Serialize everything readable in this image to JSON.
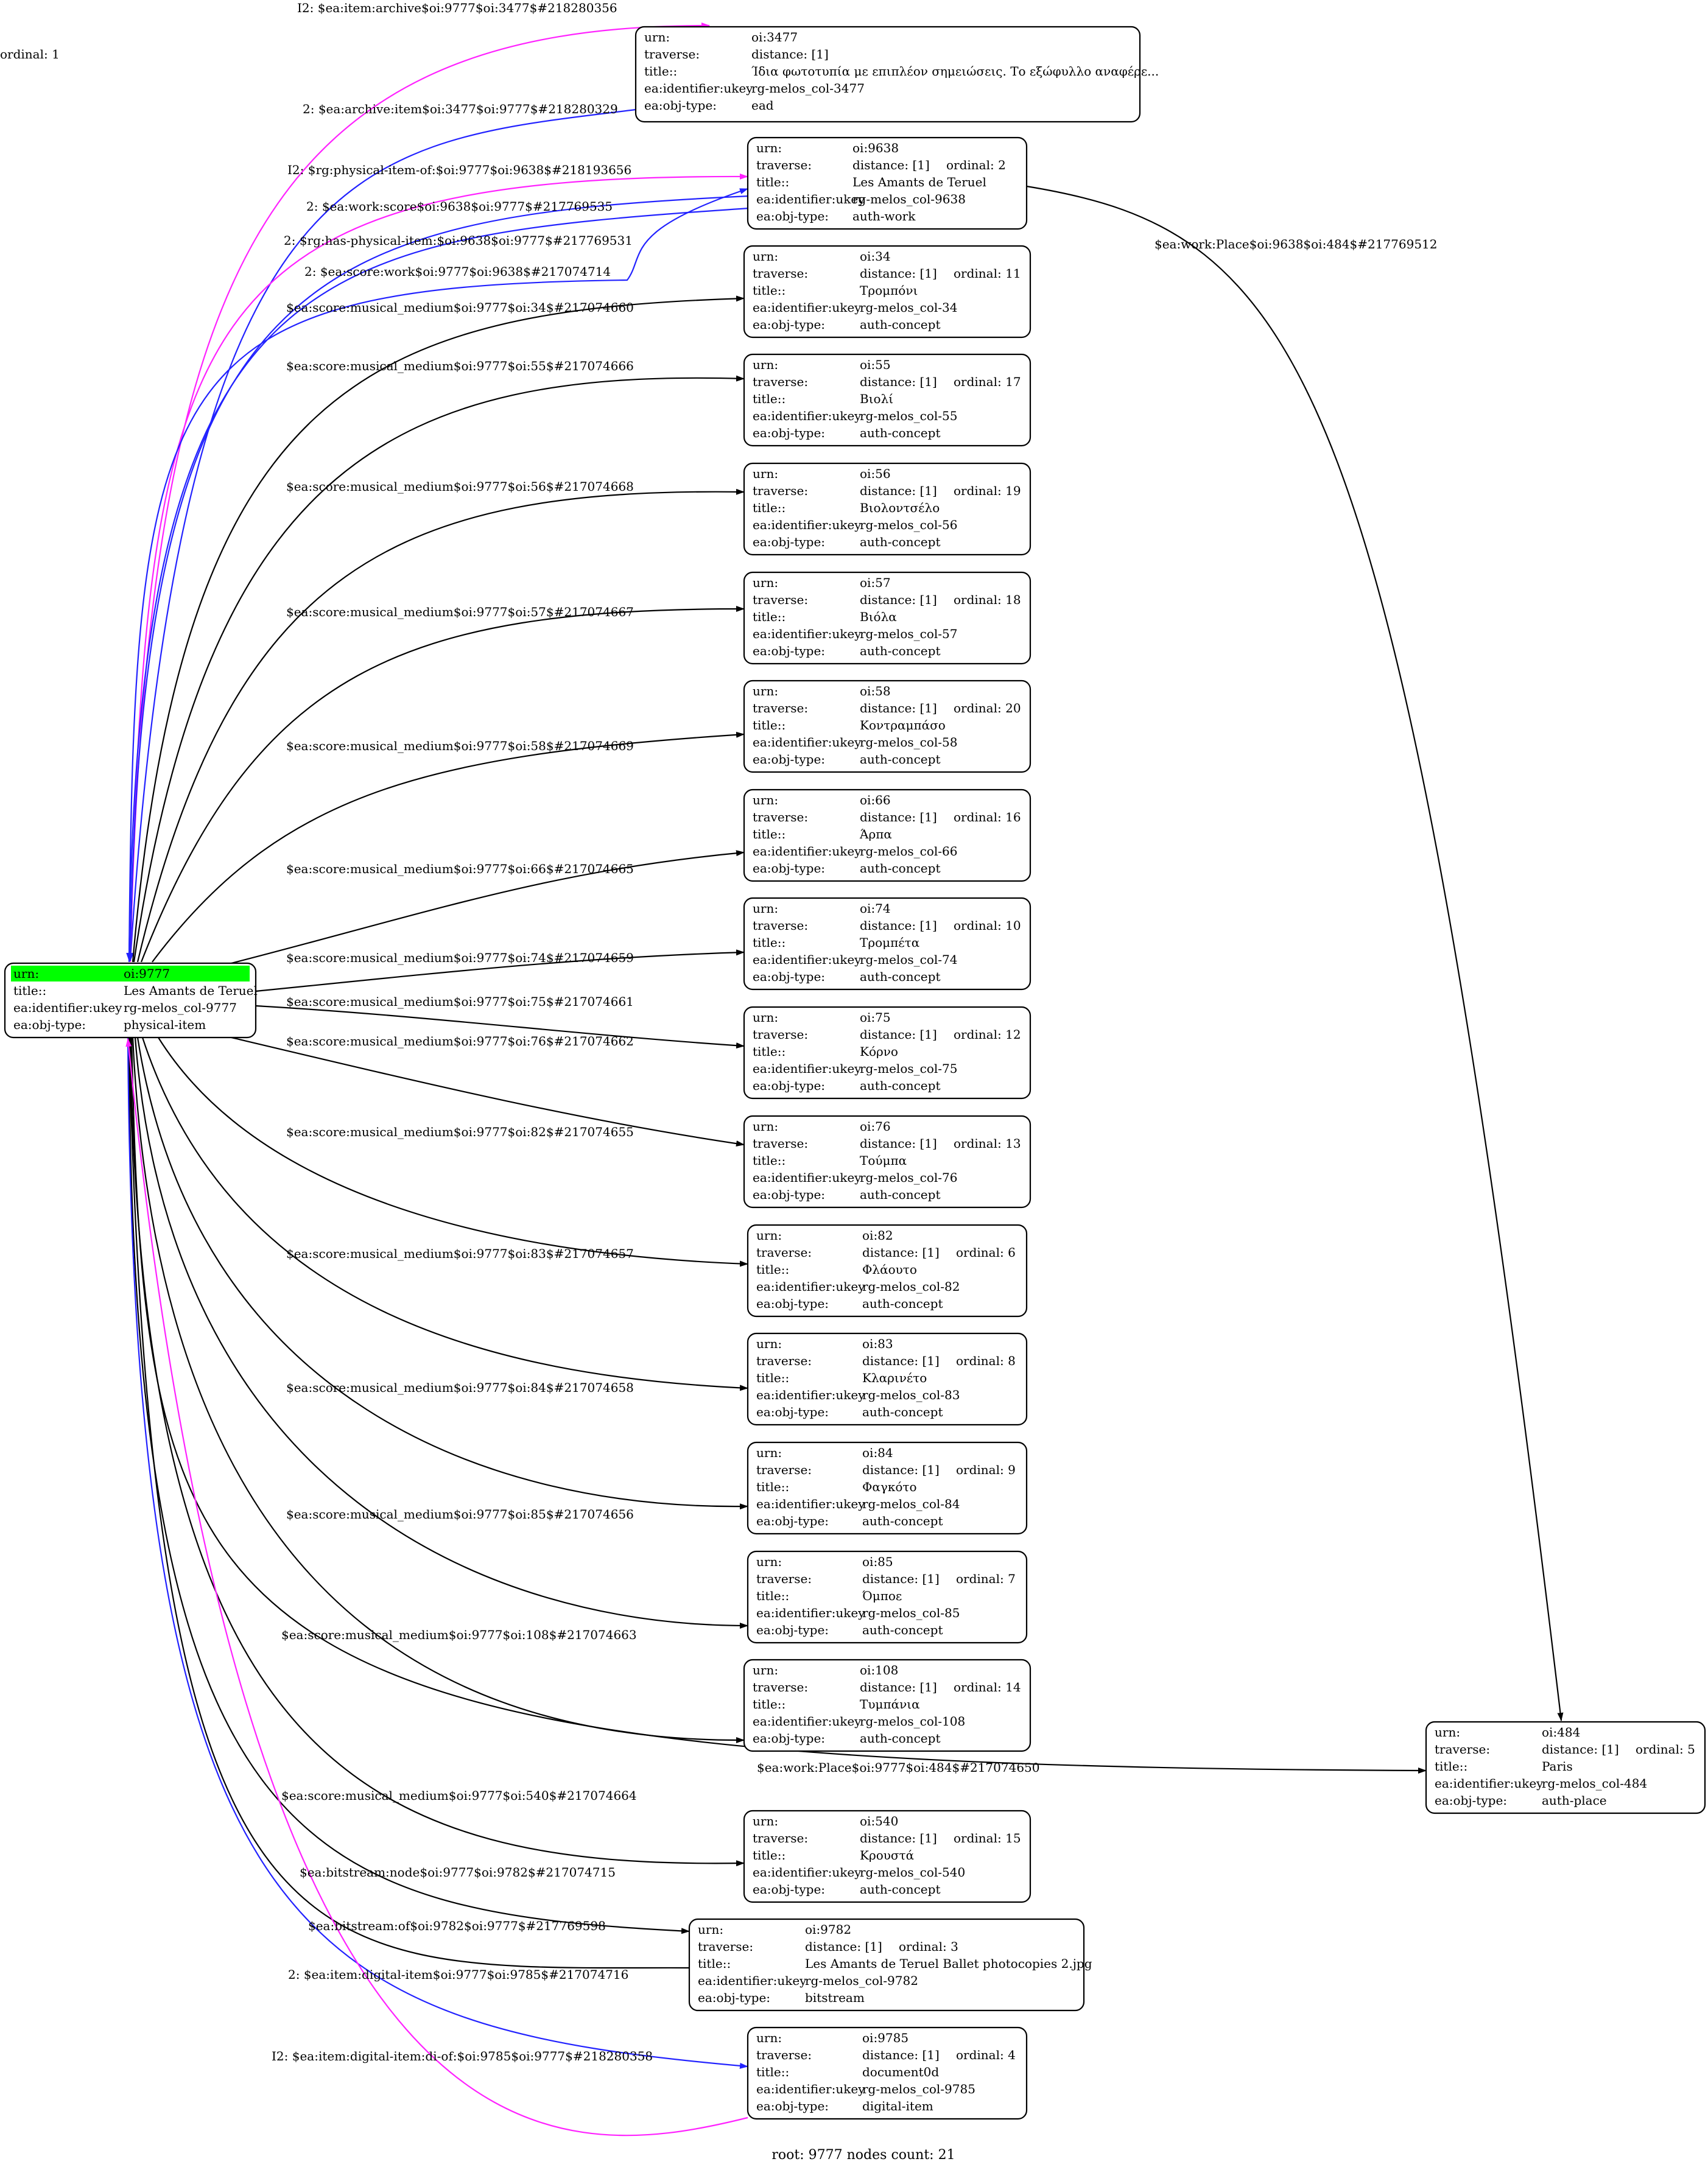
{
  "graph": {
    "footer": "root: 9777 nodes count: 21",
    "colors": {
      "edge_default": "#000000",
      "edge_blue": "#2222ff",
      "edge_magenta": "#ff22ff",
      "root_highlight": "#00ff00",
      "work_fill": "#ff33ff"
    },
    "nodes": [
      {
        "id": "9777",
        "variant": "root",
        "rows": [
          [
            "urn:",
            "oi:9777"
          ],
          [
            "title::",
            "Les Amants de Teruel"
          ],
          [
            "ea:identifier:ukey",
            "rg-melos_col-9777"
          ],
          [
            "ea:obj-type:",
            "physical-item"
          ]
        ]
      },
      {
        "id": "3477",
        "rows": [
          [
            "urn:",
            "oi:3477"
          ],
          [
            "traverse:",
            "distance: [1]",
            "ordinal: 1"
          ],
          [
            "title::",
            "Ίδια φωτοτυπία με επιπλέον σημειώσεις. Το εξώφυλλο αναφέρε..."
          ],
          [
            "ea:identifier:ukey",
            "rg-melos_col-3477"
          ],
          [
            "ea:obj-type:",
            "ead"
          ]
        ]
      },
      {
        "id": "9638",
        "variant": "work",
        "rows": [
          [
            "urn:",
            "oi:9638"
          ],
          [
            "traverse:",
            "distance: [1]",
            "ordinal: 2"
          ],
          [
            "title::",
            "Les Amants de Teruel"
          ],
          [
            "ea:identifier:ukey",
            "rg-melos_col-9638"
          ],
          [
            "ea:obj-type:",
            "auth-work"
          ]
        ]
      },
      {
        "id": "34",
        "rows": [
          [
            "urn:",
            "oi:34"
          ],
          [
            "traverse:",
            "distance: [1]",
            "ordinal: 11"
          ],
          [
            "title::",
            "Τρομπόνι"
          ],
          [
            "ea:identifier:ukey",
            "rg-melos_col-34"
          ],
          [
            "ea:obj-type:",
            "auth-concept"
          ]
        ]
      },
      {
        "id": "55",
        "rows": [
          [
            "urn:",
            "oi:55"
          ],
          [
            "traverse:",
            "distance: [1]",
            "ordinal: 17"
          ],
          [
            "title::",
            "Βιολί"
          ],
          [
            "ea:identifier:ukey",
            "rg-melos_col-55"
          ],
          [
            "ea:obj-type:",
            "auth-concept"
          ]
        ]
      },
      {
        "id": "56",
        "rows": [
          [
            "urn:",
            "oi:56"
          ],
          [
            "traverse:",
            "distance: [1]",
            "ordinal: 19"
          ],
          [
            "title::",
            "Βιολοντσέλο"
          ],
          [
            "ea:identifier:ukey",
            "rg-melos_col-56"
          ],
          [
            "ea:obj-type:",
            "auth-concept"
          ]
        ]
      },
      {
        "id": "57",
        "rows": [
          [
            "urn:",
            "oi:57"
          ],
          [
            "traverse:",
            "distance: [1]",
            "ordinal: 18"
          ],
          [
            "title::",
            "Βιόλα"
          ],
          [
            "ea:identifier:ukey",
            "rg-melos_col-57"
          ],
          [
            "ea:obj-type:",
            "auth-concept"
          ]
        ]
      },
      {
        "id": "58",
        "rows": [
          [
            "urn:",
            "oi:58"
          ],
          [
            "traverse:",
            "distance: [1]",
            "ordinal: 20"
          ],
          [
            "title::",
            "Κοντραμπάσο"
          ],
          [
            "ea:identifier:ukey",
            "rg-melos_col-58"
          ],
          [
            "ea:obj-type:",
            "auth-concept"
          ]
        ]
      },
      {
        "id": "66",
        "rows": [
          [
            "urn:",
            "oi:66"
          ],
          [
            "traverse:",
            "distance: [1]",
            "ordinal: 16"
          ],
          [
            "title::",
            "Άρπα"
          ],
          [
            "ea:identifier:ukey",
            "rg-melos_col-66"
          ],
          [
            "ea:obj-type:",
            "auth-concept"
          ]
        ]
      },
      {
        "id": "74",
        "rows": [
          [
            "urn:",
            "oi:74"
          ],
          [
            "traverse:",
            "distance: [1]",
            "ordinal: 10"
          ],
          [
            "title::",
            "Τρομπέτα"
          ],
          [
            "ea:identifier:ukey",
            "rg-melos_col-74"
          ],
          [
            "ea:obj-type:",
            "auth-concept"
          ]
        ]
      },
      {
        "id": "75",
        "rows": [
          [
            "urn:",
            "oi:75"
          ],
          [
            "traverse:",
            "distance: [1]",
            "ordinal: 12"
          ],
          [
            "title::",
            "Κόρνο"
          ],
          [
            "ea:identifier:ukey",
            "rg-melos_col-75"
          ],
          [
            "ea:obj-type:",
            "auth-concept"
          ]
        ]
      },
      {
        "id": "76",
        "rows": [
          [
            "urn:",
            "oi:76"
          ],
          [
            "traverse:",
            "distance: [1]",
            "ordinal: 13"
          ],
          [
            "title::",
            "Τούμπα"
          ],
          [
            "ea:identifier:ukey",
            "rg-melos_col-76"
          ],
          [
            "ea:obj-type:",
            "auth-concept"
          ]
        ]
      },
      {
        "id": "82",
        "rows": [
          [
            "urn:",
            "oi:82"
          ],
          [
            "traverse:",
            "distance: [1]",
            "ordinal: 6"
          ],
          [
            "title::",
            "Φλάουτο"
          ],
          [
            "ea:identifier:ukey",
            "rg-melos_col-82"
          ],
          [
            "ea:obj-type:",
            "auth-concept"
          ]
        ]
      },
      {
        "id": "83",
        "rows": [
          [
            "urn:",
            "oi:83"
          ],
          [
            "traverse:",
            "distance: [1]",
            "ordinal: 8"
          ],
          [
            "title::",
            "Κλαρινέτο"
          ],
          [
            "ea:identifier:ukey",
            "rg-melos_col-83"
          ],
          [
            "ea:obj-type:",
            "auth-concept"
          ]
        ]
      },
      {
        "id": "84",
        "rows": [
          [
            "urn:",
            "oi:84"
          ],
          [
            "traverse:",
            "distance: [1]",
            "ordinal: 9"
          ],
          [
            "title::",
            "Φαγκότο"
          ],
          [
            "ea:identifier:ukey",
            "rg-melos_col-84"
          ],
          [
            "ea:obj-type:",
            "auth-concept"
          ]
        ]
      },
      {
        "id": "85",
        "rows": [
          [
            "urn:",
            "oi:85"
          ],
          [
            "traverse:",
            "distance: [1]",
            "ordinal: 7"
          ],
          [
            "title::",
            "Όμποε"
          ],
          [
            "ea:identifier:ukey",
            "rg-melos_col-85"
          ],
          [
            "ea:obj-type:",
            "auth-concept"
          ]
        ]
      },
      {
        "id": "108",
        "rows": [
          [
            "urn:",
            "oi:108"
          ],
          [
            "traverse:",
            "distance: [1]",
            "ordinal: 14"
          ],
          [
            "title::",
            "Τυμπάνια"
          ],
          [
            "ea:identifier:ukey",
            "rg-melos_col-108"
          ],
          [
            "ea:obj-type:",
            "auth-concept"
          ]
        ]
      },
      {
        "id": "484",
        "rows": [
          [
            "urn:",
            "oi:484"
          ],
          [
            "traverse:",
            "distance: [1]",
            "ordinal: 5"
          ],
          [
            "title::",
            "Paris"
          ],
          [
            "ea:identifier:ukey",
            "rg-melos_col-484"
          ],
          [
            "ea:obj-type:",
            "auth-place"
          ]
        ]
      },
      {
        "id": "540",
        "rows": [
          [
            "urn:",
            "oi:540"
          ],
          [
            "traverse:",
            "distance: [1]",
            "ordinal: 15"
          ],
          [
            "title::",
            "Κρουστά"
          ],
          [
            "ea:identifier:ukey",
            "rg-melos_col-540"
          ],
          [
            "ea:obj-type:",
            "auth-concept"
          ]
        ]
      },
      {
        "id": "9782",
        "rows": [
          [
            "urn:",
            "oi:9782"
          ],
          [
            "traverse:",
            "distance: [1]",
            "ordinal: 3"
          ],
          [
            "title::",
            "Les Amants de Teruel Ballet photocopies 2.jpg"
          ],
          [
            "ea:identifier:ukey",
            "rg-melos_col-9782"
          ],
          [
            "ea:obj-type:",
            "bitstream"
          ]
        ]
      },
      {
        "id": "9785",
        "rows": [
          [
            "urn:",
            "oi:9785"
          ],
          [
            "traverse:",
            "distance: [1]",
            "ordinal: 4"
          ],
          [
            "title::",
            "document0d"
          ],
          [
            "ea:identifier:ukey",
            "rg-melos_col-9785"
          ],
          [
            "ea:obj-type:",
            "digital-item"
          ]
        ]
      }
    ],
    "edges": [
      {
        "id": "e1",
        "color": "magenta",
        "label": "I2: $ea:item:archive$oi:9777$oi:3477$#218280356"
      },
      {
        "id": "e2",
        "color": "blue",
        "label": "2: $ea:archive:item$oi:3477$oi:9777$#218280329"
      },
      {
        "id": "e3",
        "color": "magenta",
        "label": "I2: $rg:physical-item-of:$oi:9777$oi:9638$#218193656"
      },
      {
        "id": "e4",
        "color": "blue",
        "label": "2: $ea:work:score$oi:9638$oi:9777$#217769535"
      },
      {
        "id": "e5",
        "color": "blue",
        "label": "2: $rg:has-physical-item:$oi:9638$oi:9777$#217769531"
      },
      {
        "id": "e6",
        "color": "blue",
        "label": "2: $ea:score:work$oi:9777$oi:9638$#217074714"
      },
      {
        "id": "e7",
        "color": "default",
        "label": "$ea:score:musical_medium$oi:9777$oi:34$#217074660"
      },
      {
        "id": "e8",
        "color": "default",
        "label": "$ea:score:musical_medium$oi:9777$oi:55$#217074666"
      },
      {
        "id": "e9",
        "color": "default",
        "label": "$ea:score:musical_medium$oi:9777$oi:56$#217074668"
      },
      {
        "id": "e10",
        "color": "default",
        "label": "$ea:score:musical_medium$oi:9777$oi:57$#217074667"
      },
      {
        "id": "e11",
        "color": "default",
        "label": "$ea:score:musical_medium$oi:9777$oi:58$#217074669"
      },
      {
        "id": "e12",
        "color": "default",
        "label": "$ea:score:musical_medium$oi:9777$oi:66$#217074665"
      },
      {
        "id": "e13",
        "color": "default",
        "label": "$ea:score:musical_medium$oi:9777$oi:74$#217074659"
      },
      {
        "id": "e14",
        "color": "default",
        "label": "$ea:score:musical_medium$oi:9777$oi:75$#217074661"
      },
      {
        "id": "e15",
        "color": "default",
        "label": "$ea:score:musical_medium$oi:9777$oi:76$#217074662"
      },
      {
        "id": "e16",
        "color": "default",
        "label": "$ea:score:musical_medium$oi:9777$oi:82$#217074655"
      },
      {
        "id": "e17",
        "color": "default",
        "label": "$ea:score:musical_medium$oi:9777$oi:83$#217074657"
      },
      {
        "id": "e18",
        "color": "default",
        "label": "$ea:score:musical_medium$oi:9777$oi:84$#217074658"
      },
      {
        "id": "e19",
        "color": "default",
        "label": "$ea:score:musical_medium$oi:9777$oi:85$#217074656"
      },
      {
        "id": "e20",
        "color": "default",
        "label": "$ea:score:musical_medium$oi:9777$oi:108$#217074663"
      },
      {
        "id": "e21",
        "color": "default",
        "label": "$ea:work:Place$oi:9777$oi:484$#217074650"
      },
      {
        "id": "e22",
        "color": "default",
        "label": "$ea:score:musical_medium$oi:9777$oi:540$#217074664"
      },
      {
        "id": "e23",
        "color": "default",
        "label": "$ea:bitstream:node$oi:9777$oi:9782$#217074715"
      },
      {
        "id": "e24",
        "color": "default",
        "label": "$ea:bitstream:of$oi:9782$oi:9777$#217769598"
      },
      {
        "id": "e25",
        "color": "blue",
        "label": "2: $ea:item:digital-item$oi:9777$oi:9785$#217074716"
      },
      {
        "id": "e26",
        "color": "magenta",
        "label": "I2: $ea:item:digital-item:di-of:$oi:9785$oi:9777$#218280358"
      },
      {
        "id": "e27",
        "color": "default",
        "label": "$ea:work:Place$oi:9638$oi:484$#217769512"
      }
    ]
  }
}
